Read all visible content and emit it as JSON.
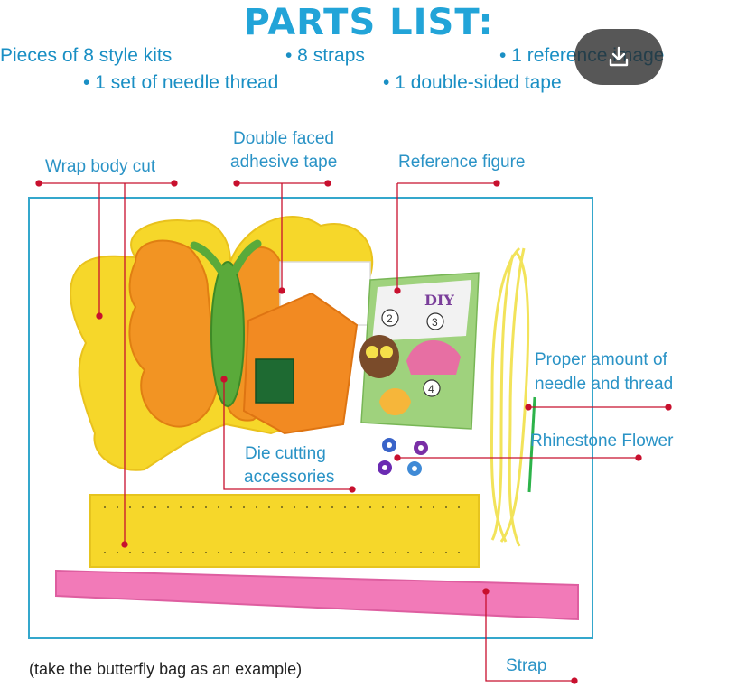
{
  "title": "PARTS LIST:",
  "parts": [
    "Pieces of 8 style kits",
    "• 8 straps",
    "• 1 reference image",
    "• 1 set of needle thread",
    "• 1 double-sided tape"
  ],
  "labels": {
    "wrap_body_cut": "Wrap body cut",
    "double_faced_line1": "Double faced",
    "double_faced_line2": "adhesive tape",
    "reference_figure": "Reference figure",
    "needle_line1": "Proper amount of",
    "needle_line2": "needle and thread",
    "rhinestone": "Rhinestone Flower",
    "die_line1": "Die cutting",
    "die_line2": "accessories",
    "strap": "Strap"
  },
  "note": "(take the butterfly bag as an example)",
  "reference_card": {
    "brand": "DIY",
    "steps": [
      "2",
      "3",
      "4"
    ]
  },
  "overlay": {
    "icon": "download-icon"
  },
  "colors": {
    "title": "#22a4d8",
    "text": "#1a8fc4",
    "leader": "#c8102e",
    "frame": "#34a7cc"
  }
}
